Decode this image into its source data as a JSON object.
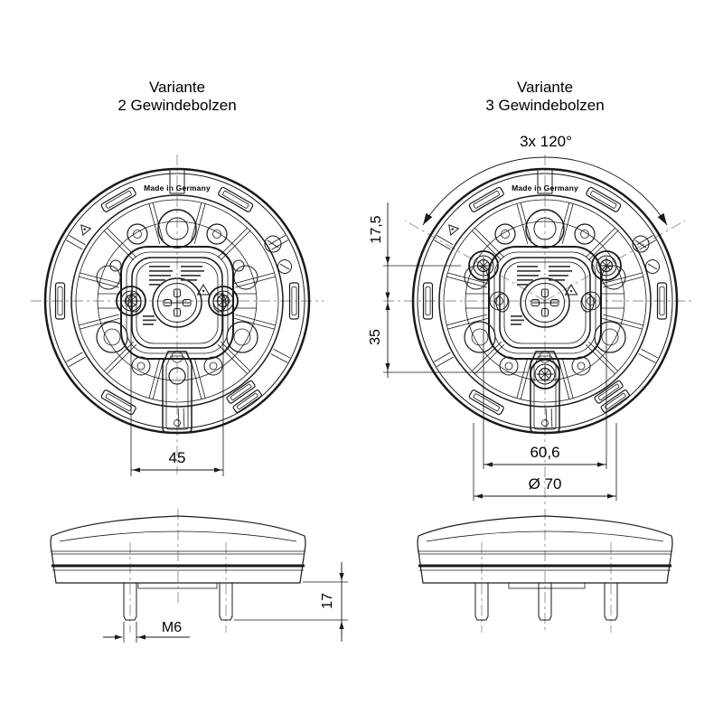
{
  "drawing": {
    "left_variant": {
      "title_line1": "Variante",
      "title_line2": "2 Gewindebolzen",
      "made_in_germany": "Made in Germany",
      "dims": {
        "bolt_spacing": "45",
        "thread_size": "M6",
        "bolt_length": "17"
      }
    },
    "right_variant": {
      "title_line1": "Variante",
      "title_line2": "3 Gewindebolzen",
      "made_in_germany": "Made in Germany",
      "dims": {
        "bolt_angle": "3x 120°",
        "upper_bolt_offset": "17,5",
        "lower_bolt_offset": "35",
        "bolt_spacing": "60,6",
        "bolt_circle_diameter": "Ø 70"
      }
    },
    "colors": {
      "line": "#1a1a1a",
      "centerline": "#909090",
      "background": "#ffffff"
    }
  }
}
